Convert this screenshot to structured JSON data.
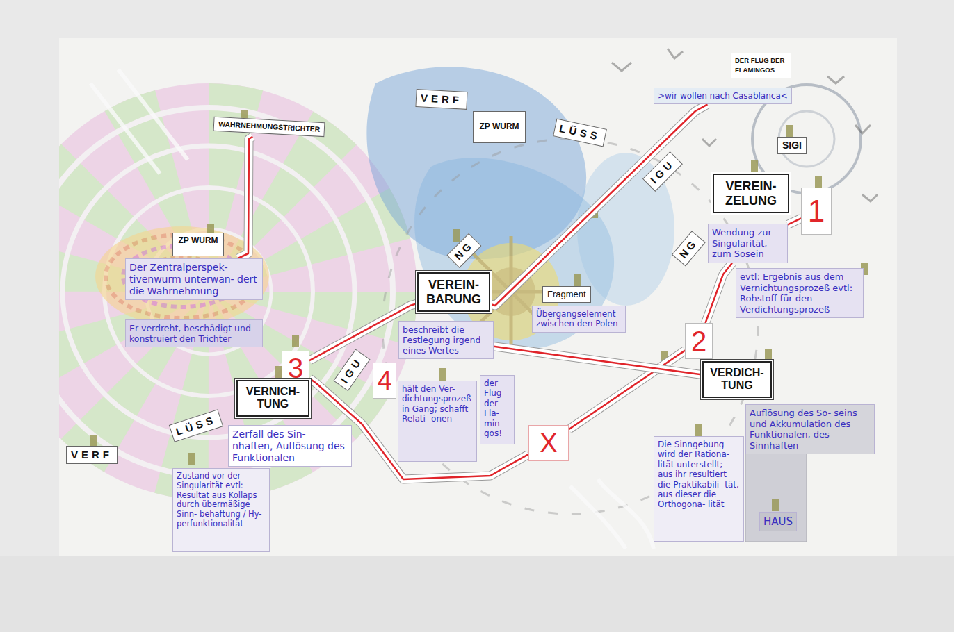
{
  "diagram": {
    "nodes": [
      {
        "text": [
          "WAHRNEHMUNGSTRICHTER"
        ]
      },
      {
        "text": [
          "ZP WURM"
        ]
      },
      {
        "text": [
          "Der Zentralperspek- tivenwurm unterwan- dert die Wahrnehmung"
        ]
      },
      {
        "text": [
          "Er verdreht, beschädigt und konstruiert den Trichter"
        ]
      },
      {
        "text": [
          "VERF"
        ]
      },
      {
        "text": [
          "ZP WURM"
        ]
      },
      {
        "text": [
          "LÜSS"
        ]
      },
      {
        "text": [
          "DER FLUG DER FLAMINGOS"
        ]
      },
      {
        "text": [
          ">wir wollen nach Casablanca<"
        ]
      },
      {
        "text": [
          "SIGI"
        ]
      },
      {
        "text": [
          "IGU"
        ]
      },
      {
        "text": [
          "VEREIN- ZELUNG"
        ]
      },
      {
        "text": [
          "1"
        ]
      },
      {
        "text": [
          "Wendung zur Singularität, zum Sosein"
        ]
      },
      {
        "text": [
          "evtl: Ergebnis aus dem Vernichtungsprozeß evtl: Rohstoff für den Verdichtungsprozeß"
        ]
      },
      {
        "text": [
          "NG"
        ]
      },
      {
        "text": [
          "NG"
        ]
      },
      {
        "text": [
          "VEREIN- BARUNG"
        ]
      },
      {
        "text": [
          "beschreibt die Festlegung irgend eines Wertes"
        ]
      },
      {
        "text": [
          "Fragment"
        ]
      },
      {
        "text": [
          "Übergangselement zwischen den Polen"
        ]
      },
      {
        "text": [
          "2"
        ]
      },
      {
        "text": [
          "3"
        ]
      },
      {
        "text": [
          "IGU"
        ]
      },
      {
        "text": [
          "4"
        ]
      },
      {
        "text": [
          "hält den Ver- dichtungsprozeß in Gang; schafft Relati- onen"
        ]
      },
      {
        "text": [
          "der Flug der Fla- min- gos!"
        ]
      },
      {
        "text": [
          "VERNICH- TUNG"
        ]
      },
      {
        "text": [
          "VERDICH- TUNG"
        ]
      },
      {
        "text": [
          "Auflösung des So- seins und Akkumulation des Funktionalen, des Sinnhaften"
        ]
      },
      {
        "text": [
          "X"
        ]
      },
      {
        "text": [
          "LÜSS"
        ]
      },
      {
        "text": [
          "Zerfall des Sin- nhaften, Auflösung des Funktionalen"
        ]
      },
      {
        "text": [
          "VERF"
        ]
      },
      {
        "text": [
          "Zustand vor der Singularität evtl: Resultat aus Kollaps durch übermäßige Sinn- behaftung / Hy- perfunktionalität"
        ]
      },
      {
        "text": [
          "Die Sinngebung wird der Rationa- lität unterstellt; aus ihr resultiert die Praktikabili- tät, aus dieser die Orthogona- lität"
        ]
      },
      {
        "text": [
          "HAUS"
        ]
      }
    ],
    "edges": [
      {
        "from": 0,
        "to": 2,
        "arrow": "none"
      },
      {
        "from": 8,
        "to": 17,
        "arrow": "none"
      },
      {
        "from": 12,
        "to": 13,
        "arrow": "none"
      },
      {
        "from": 13,
        "to": 21,
        "arrow": "none"
      },
      {
        "from": 21,
        "to": 30,
        "arrow": "none"
      },
      {
        "from": 18,
        "to": 28,
        "arrow": "none"
      },
      {
        "from": 22,
        "to": 17,
        "arrow": "none"
      },
      {
        "from": 22,
        "to": 30,
        "arrow": "none"
      }
    ]
  }
}
